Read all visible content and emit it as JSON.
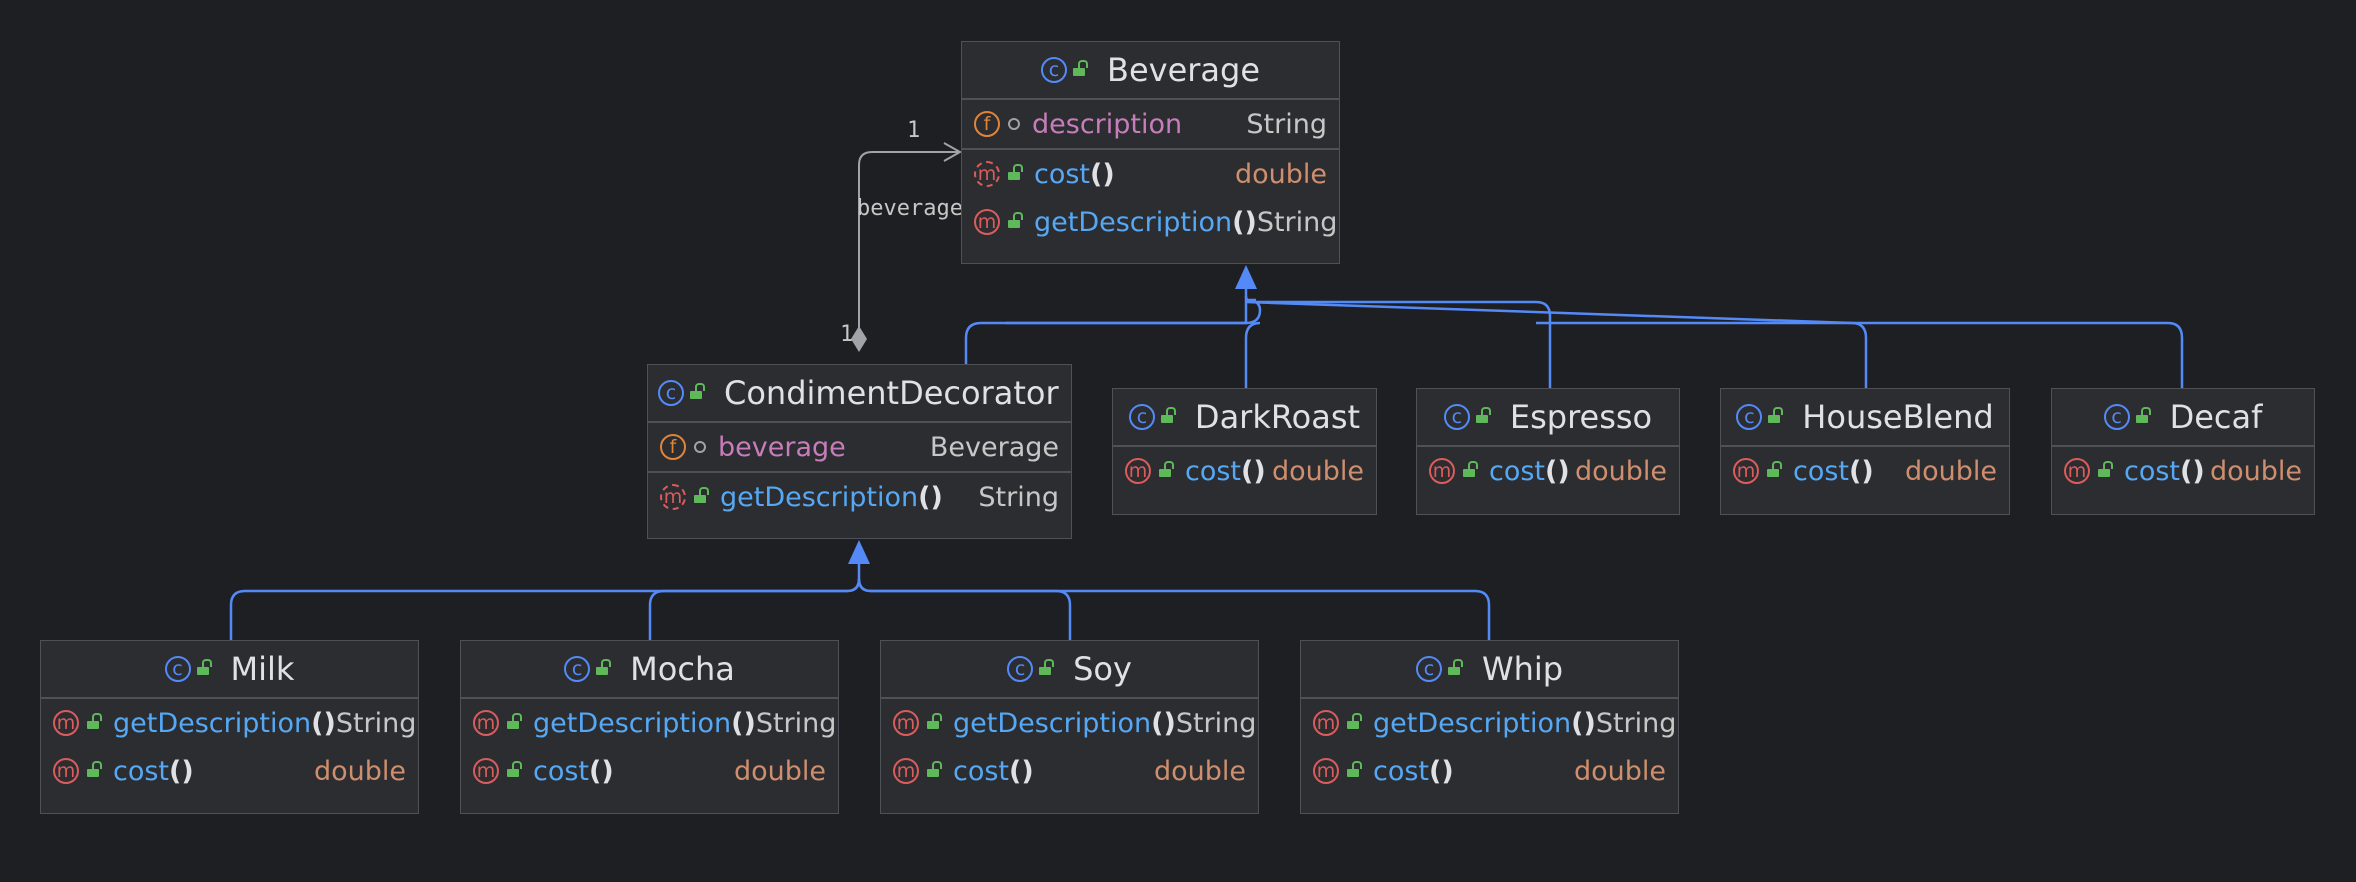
{
  "classes": {
    "beverage": {
      "name": "Beverage",
      "fields": [
        {
          "name": "description",
          "type": "String"
        }
      ],
      "methods": [
        {
          "name": "cost",
          "type": "double"
        },
        {
          "name": "getDescription",
          "type": "String"
        }
      ]
    },
    "condiment_decorator": {
      "name": "CondimentDecorator",
      "fields": [
        {
          "name": "beverage",
          "type": "Beverage"
        }
      ],
      "methods": [
        {
          "name": "getDescription",
          "type": "String"
        }
      ]
    },
    "dark_roast": {
      "name": "DarkRoast",
      "methods": [
        {
          "name": "cost",
          "type": "double"
        }
      ]
    },
    "espresso": {
      "name": "Espresso",
      "methods": [
        {
          "name": "cost",
          "type": "double"
        }
      ]
    },
    "house_blend": {
      "name": "HouseBlend",
      "methods": [
        {
          "name": "cost",
          "type": "double"
        }
      ]
    },
    "decaf": {
      "name": "Decaf",
      "methods": [
        {
          "name": "cost",
          "type": "double"
        }
      ]
    },
    "milk": {
      "name": "Milk",
      "methods": [
        {
          "name": "getDescription",
          "type": "String"
        },
        {
          "name": "cost",
          "type": "double"
        }
      ]
    },
    "mocha": {
      "name": "Mocha",
      "methods": [
        {
          "name": "getDescription",
          "type": "String"
        },
        {
          "name": "cost",
          "type": "double"
        }
      ]
    },
    "soy": {
      "name": "Soy",
      "methods": [
        {
          "name": "getDescription",
          "type": "String"
        },
        {
          "name": "cost",
          "type": "double"
        }
      ]
    },
    "whip": {
      "name": "Whip",
      "methods": [
        {
          "name": "getDescription",
          "type": "String"
        },
        {
          "name": "cost",
          "type": "double"
        }
      ]
    }
  },
  "association": {
    "role": "beverage",
    "source_multiplicity": "1",
    "target_multiplicity": "1"
  },
  "paren": "()",
  "badges": {
    "class": "c",
    "method": "m",
    "field": "f"
  },
  "colors": {
    "background": "#1e1f22",
    "box": "#2b2d30",
    "border": "#4e5157",
    "class_name": "#dfe1e5",
    "method": "#56a8f5",
    "field": "#c77dbb",
    "type_orange": "#cf8e6d",
    "type_plain": "#c5c8c6",
    "inheritance": "#548af7",
    "association": "#a0a3a8"
  },
  "icons": [
    "class-icon",
    "method-icon",
    "abstract-method-icon",
    "field-icon",
    "public-visibility-icon",
    "package-visibility-icon",
    "inheritance-arrow",
    "composition-diamond"
  ]
}
